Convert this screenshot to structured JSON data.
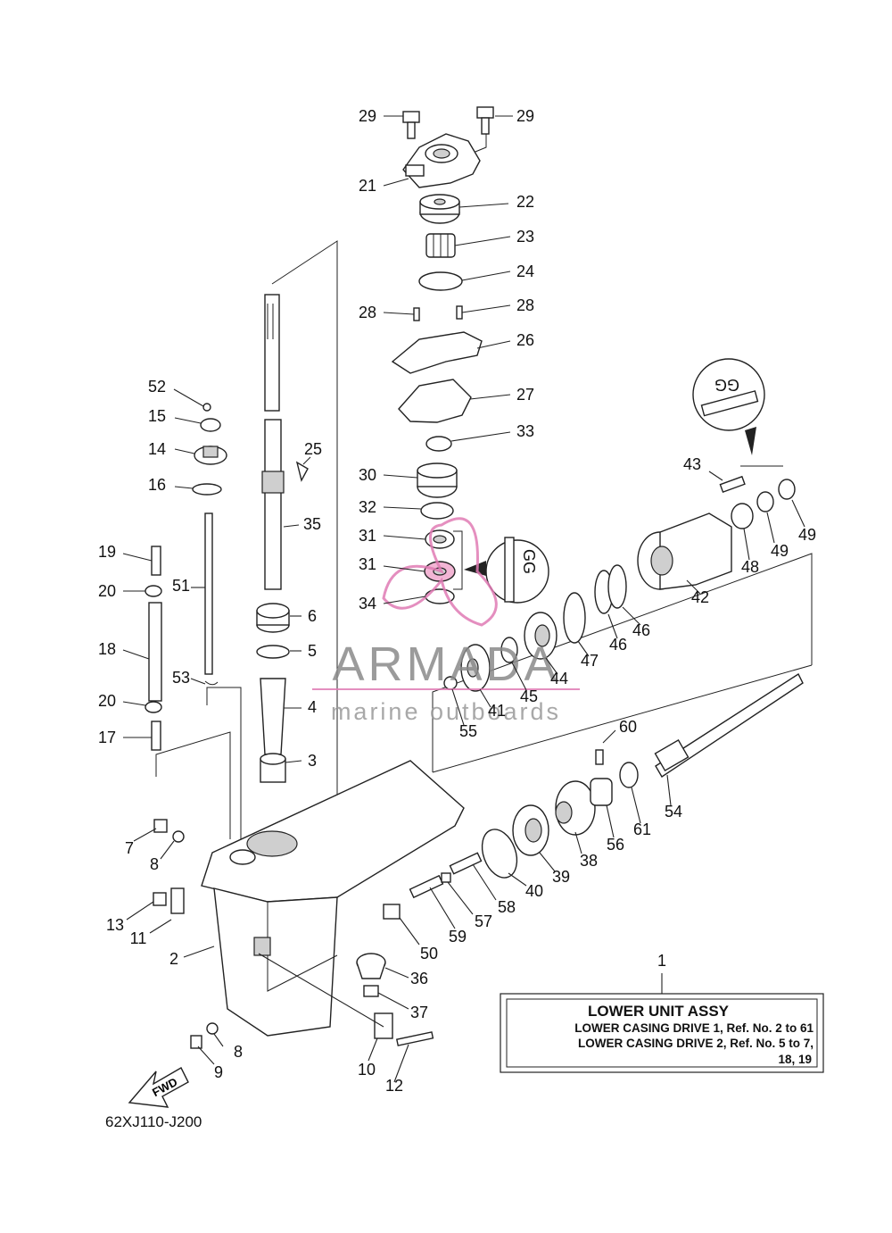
{
  "diagram_code": "62XJ110-J200",
  "fwd_label": "FWD",
  "callout_symbol": "GG",
  "watermark": {
    "brand": "ARMADA",
    "tagline": "marine outboards",
    "accent_color": "#e07bb4"
  },
  "assembly_box": {
    "ref_number": "1",
    "title": "LOWER UNIT ASSY",
    "lines": [
      "LOWER CASING DRIVE 1,  Ref. No. 2 to 61",
      "LOWER CASING DRIVE 2,  Ref. No. 5 to 7,",
      "18,  19"
    ]
  },
  "part_labels": [
    "2",
    "3",
    "4",
    "5",
    "6",
    "7",
    "8",
    "8",
    "9",
    "10",
    "11",
    "12",
    "13",
    "14",
    "15",
    "16",
    "17",
    "18",
    "19",
    "20",
    "20",
    "21",
    "22",
    "23",
    "24",
    "25",
    "26",
    "27",
    "28",
    "28",
    "29",
    "29",
    "30",
    "31",
    "31",
    "32",
    "33",
    "34",
    "35",
    "36",
    "37",
    "38",
    "39",
    "40",
    "41",
    "42",
    "43",
    "44",
    "45",
    "46",
    "46",
    "47",
    "48",
    "49",
    "49",
    "50",
    "51",
    "52",
    "53",
    "54",
    "55",
    "56",
    "57",
    "58",
    "59",
    "60",
    "61"
  ]
}
